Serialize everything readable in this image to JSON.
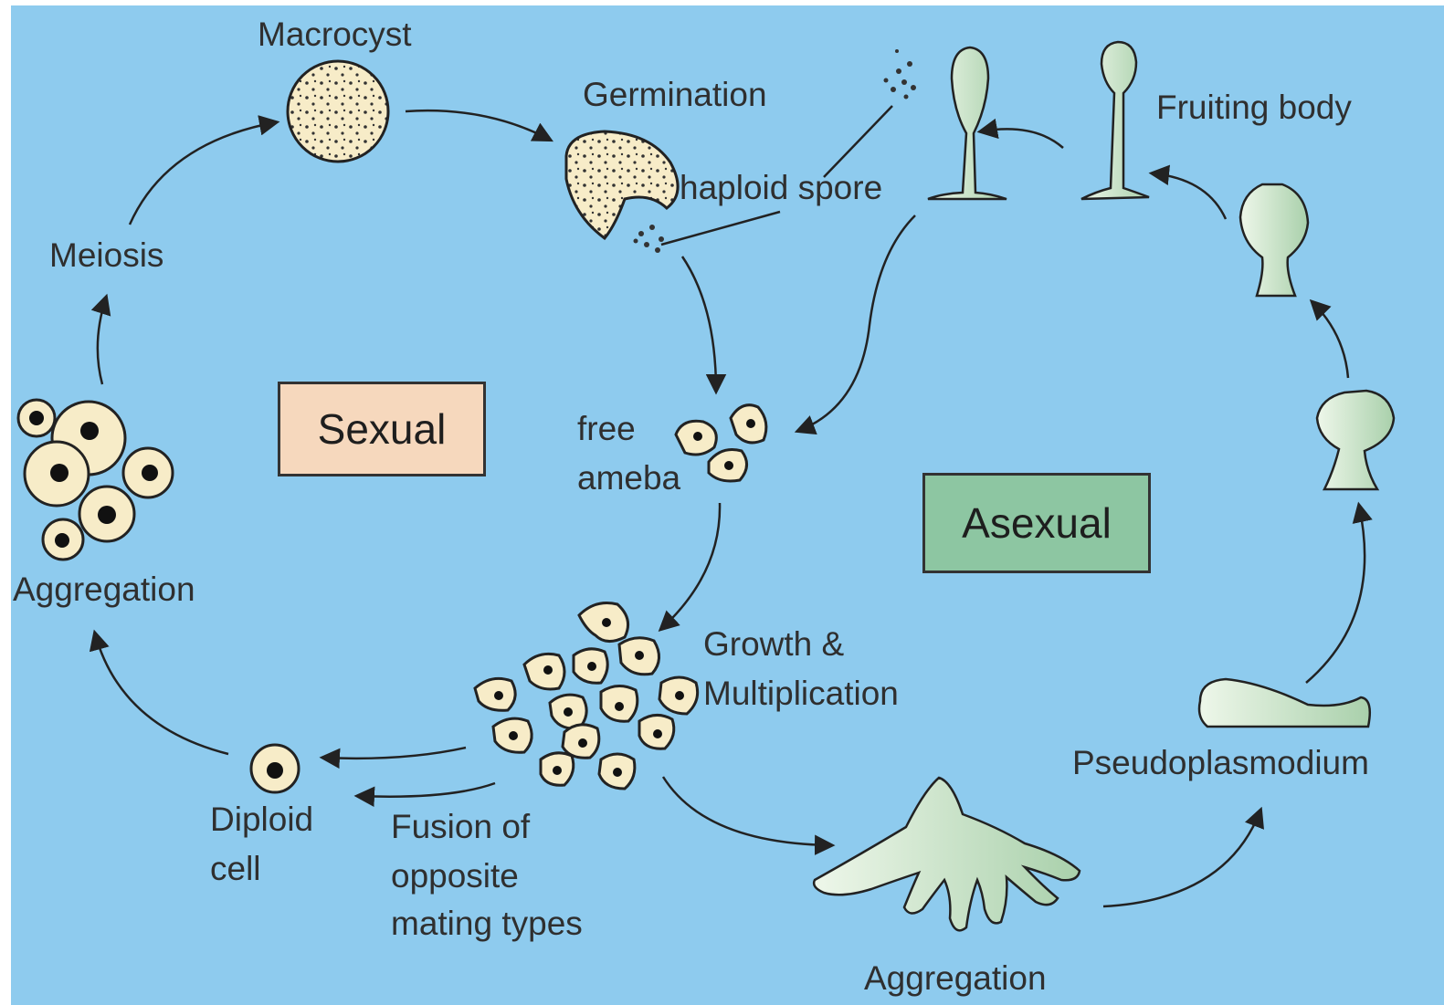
{
  "labels": {
    "macrocyst": "Macrocyst",
    "germination": "Germination",
    "haploid_spore": "haploid spore",
    "fruiting_body": "Fruiting body",
    "meiosis": "Meiosis",
    "aggregation_sexual": "Aggregation",
    "free_ameba_line1": "free",
    "free_ameba_line2": "ameba",
    "growth_line1": "Growth &",
    "growth_line2": "Multiplication",
    "diploid_line1": "Diploid",
    "diploid_line2": "cell",
    "fusion_line1": "Fusion of",
    "fusion_line2": "opposite",
    "fusion_line3": "mating types",
    "pseudoplasmodium": "Pseudoplasmodium",
    "aggregation_asexual": "Aggregation"
  },
  "boxes": {
    "sexual": "Sexual",
    "asexual": "Asexual"
  },
  "colors": {
    "background": "#8ecbee",
    "cell_fill": "#f7ecc8",
    "sexual_box": "#f6d8bd",
    "asexual_box": "#8dc6a2",
    "slime_mold": "#cfe6cf",
    "outline": "#222222"
  }
}
